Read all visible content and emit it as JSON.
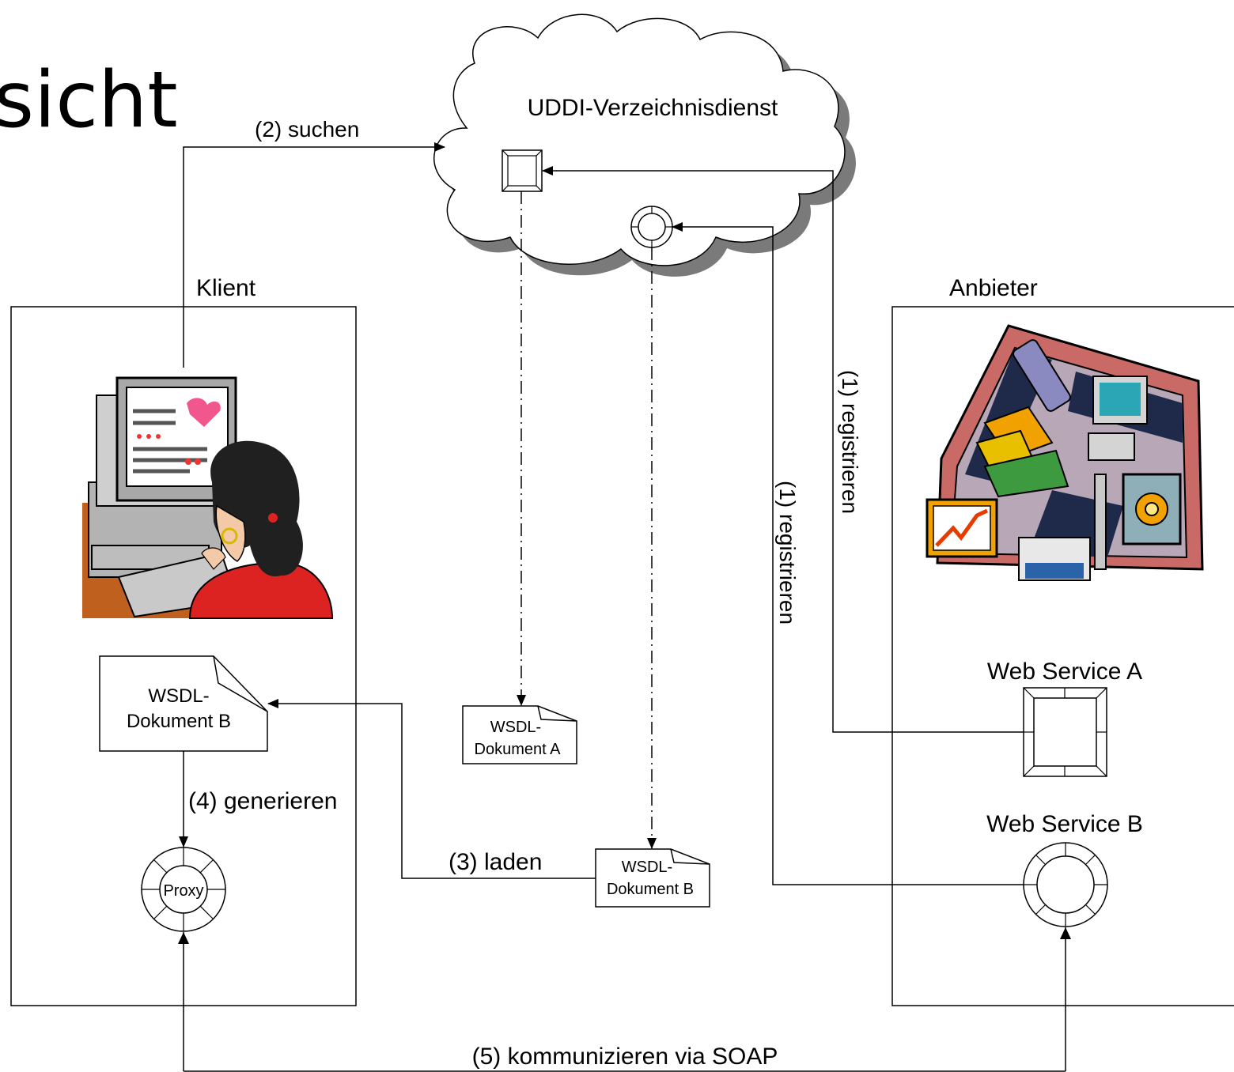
{
  "slide": {
    "title_fragment": "sicht"
  },
  "diagram": {
    "cloud_label": "UDDI-Verzeichnisdienst",
    "client_label": "Klient",
    "provider_label": "Anbieter",
    "service_a": "Web Service A",
    "service_b": "Web Service B",
    "wsdl_client_line1": "WSDL-",
    "wsdl_client_line2": "Dokument B",
    "wsdl_a_line1": "WSDL-",
    "wsdl_a_line2": "Dokument A",
    "wsdl_b_line1": "WSDL-",
    "wsdl_b_line2": "Dokument B",
    "proxy_label": "Proxy",
    "edges": {
      "search": "(2) suchen",
      "register_a": "(1) registrieren",
      "register_b": "(1) registrieren",
      "load": "(3) laden",
      "generate": "(4) generieren",
      "communicate": "(5) kommunizieren via SOAP"
    }
  },
  "icons": {
    "client_clipart": "woman-at-computer-icon",
    "provider_clipart": "business-services-collage-icon",
    "service_a_symbol": "square-service-icon",
    "service_b_symbol": "ring-service-icon"
  }
}
